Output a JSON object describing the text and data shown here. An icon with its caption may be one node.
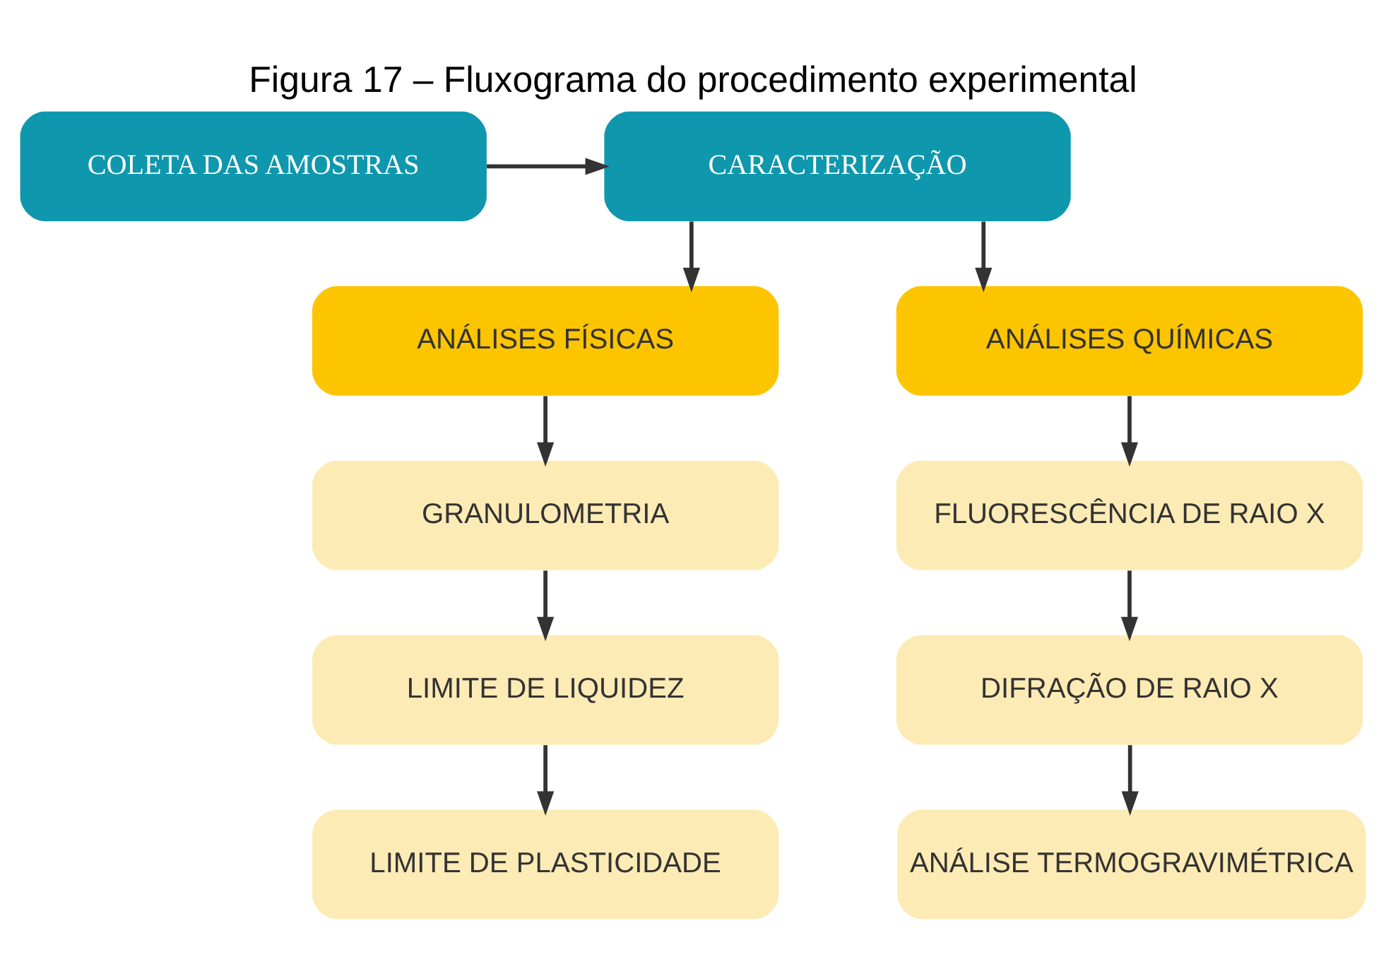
{
  "diagram": {
    "title": "Figura 17 – Fluxograma do procedimento experimental",
    "nodes": [
      {
        "text": [
          "COLETA DAS AMOSTRAS"
        ]
      },
      {
        "text": [
          "CARACTERIZAÇÃO"
        ]
      },
      {
        "text": [
          "ANÁLISES FÍSICAS"
        ]
      },
      {
        "text": [
          "ANÁLISES QUÍMICAS"
        ]
      },
      {
        "text": [
          "GRANULOMETRIA"
        ]
      },
      {
        "text": [
          "FLUORESCÊNCIA DE RAIO X"
        ]
      },
      {
        "text": [
          "LIMITE DE LIQUIDEZ"
        ]
      },
      {
        "text": [
          "DIFRAÇÃO DE RAIO X"
        ]
      },
      {
        "text": [
          "LIMITE DE PLASTICIDADE"
        ]
      },
      {
        "text": [
          "ANÁLISE TERMOGRAVIMÉTRICA"
        ]
      }
    ],
    "edges": [
      {
        "from": 0,
        "to": 1,
        "arrow": "to"
      },
      {
        "from": 1,
        "to": 2,
        "arrow": "to"
      },
      {
        "from": 1,
        "to": 3,
        "arrow": "to"
      },
      {
        "from": 2,
        "to": 4,
        "arrow": "to"
      },
      {
        "from": 4,
        "to": 6,
        "arrow": "to"
      },
      {
        "from": 6,
        "to": 8,
        "arrow": "to"
      },
      {
        "from": 3,
        "to": 5,
        "arrow": "to"
      },
      {
        "from": 5,
        "to": 7,
        "arrow": "to"
      },
      {
        "from": 7,
        "to": 9,
        "arrow": "to"
      }
    ]
  }
}
